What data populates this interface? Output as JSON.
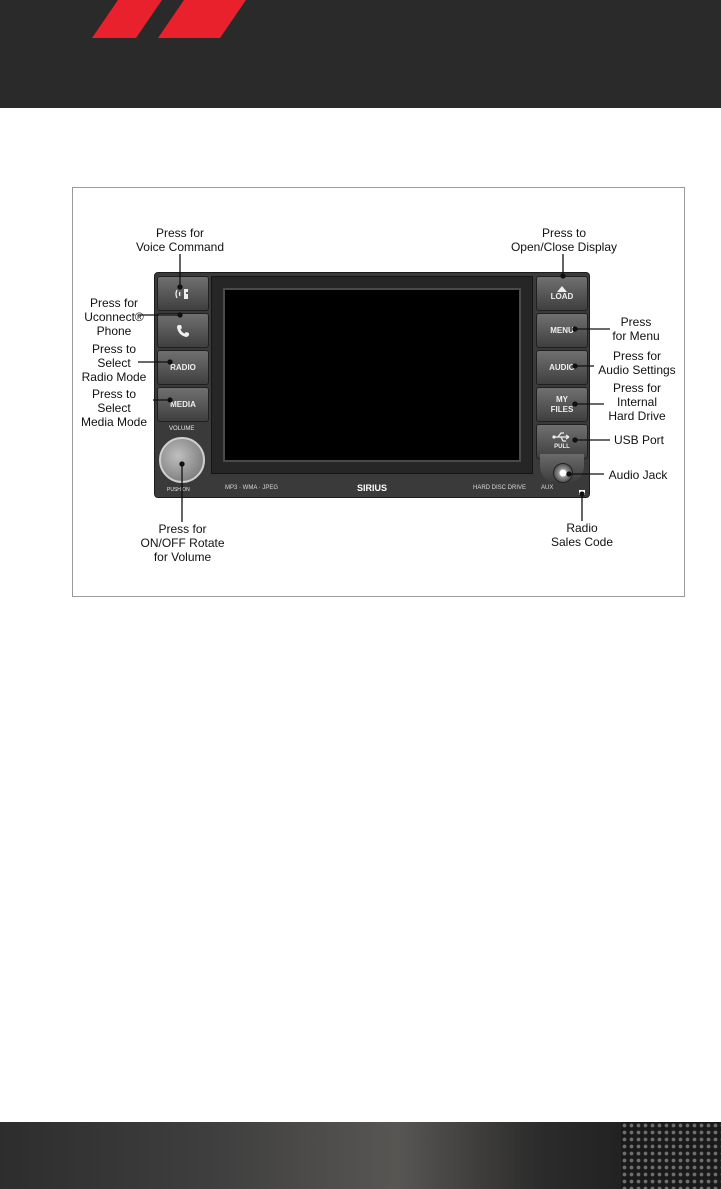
{
  "brand": {
    "accent_color": "#e8212c",
    "dark_color": "#2a2a2a"
  },
  "radio": {
    "strip_left": "MP3 · WMA · JPEG",
    "strip_brand": "SIRIUS",
    "strip_right": "HARD DISC DRIVE",
    "strip_aux": "AUX",
    "volume_label": "VOLUME",
    "push_on_label": "PUSH ON",
    "left_buttons": [
      {
        "icon": "voice-command-icon",
        "label": ""
      },
      {
        "icon": "phone-icon",
        "label": ""
      },
      {
        "icon": "",
        "label": "RADIO"
      },
      {
        "icon": "",
        "label": "MEDIA"
      }
    ],
    "right_buttons": [
      {
        "icon": "eject-icon",
        "label": "LOAD"
      },
      {
        "icon": "",
        "label": "MENU"
      },
      {
        "icon": "",
        "label": "AUDIO"
      },
      {
        "icon": "",
        "label": "MY FILES"
      },
      {
        "icon": "usb-icon",
        "label": "PULL"
      }
    ]
  },
  "callouts": {
    "voice": [
      "Press for",
      "Voice Command"
    ],
    "phone": [
      "Press for",
      "Uconnect®",
      "Phone"
    ],
    "radio": [
      "Press to",
      "Select",
      "Radio Mode"
    ],
    "media": [
      "Press to",
      "Select",
      "Media Mode"
    ],
    "volume": [
      "Press for",
      "ON/OFF Rotate",
      "for Volume"
    ],
    "display": [
      "Press to",
      "Open/Close Display"
    ],
    "menu": [
      "Press",
      "for Menu"
    ],
    "audio": [
      "Press for",
      "Audio Settings"
    ],
    "files": [
      "Press for",
      "Internal",
      "Hard Drive"
    ],
    "usb": [
      "USB Port"
    ],
    "jack": [
      "Audio Jack"
    ],
    "sales": [
      "Radio",
      "Sales Code"
    ]
  }
}
